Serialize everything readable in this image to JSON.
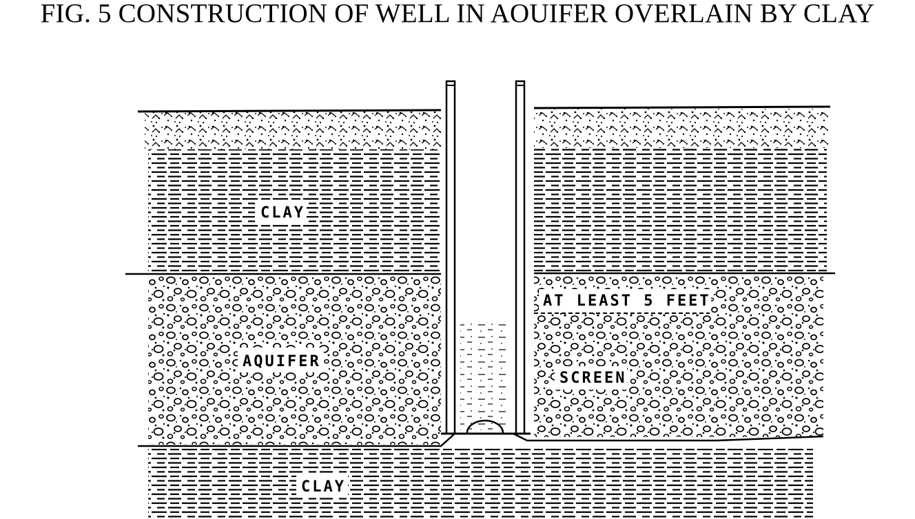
{
  "figure": {
    "title": "FIG. 5 CONSTRUCTION OF WELL IN AOUIFER OVERLAIN BY CLAY"
  },
  "labels": {
    "clay_top": "CLAY",
    "aquifer": "AQUIFER",
    "at_least": "AT LEAST 5 FEET",
    "screen": "SCREEN",
    "clay_bottom": "CLAY"
  },
  "colors": {
    "ink": "#000000",
    "paper": "#ffffff"
  }
}
